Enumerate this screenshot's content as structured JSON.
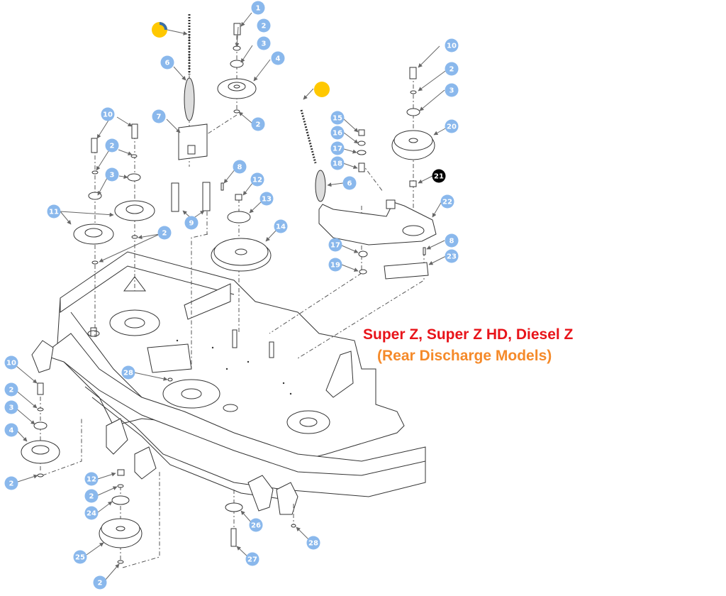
{
  "title": {
    "line1": "Super Z, Super Z HD, Diesel Z",
    "line2": "(Rear Discharge Models)"
  },
  "colors": {
    "callout_fill": "#8ab8ec",
    "callout_highlight": "#000000",
    "marker_fill": "#ffc800",
    "title_line1": "#e8141a",
    "title_line2": "#f58a2a",
    "line_art": "#333333"
  },
  "markers": [
    {
      "label": "",
      "kind": "yellow-dot",
      "near": "spring-left"
    },
    {
      "label": "",
      "kind": "yellow-dot",
      "near": "spring-right"
    }
  ],
  "callouts": [
    {
      "label": "1",
      "part": "bolt",
      "highlight": false
    },
    {
      "label": "2",
      "part": "washer",
      "highlight": false
    },
    {
      "label": "3",
      "part": "spacer",
      "highlight": false
    },
    {
      "label": "4",
      "part": "pulley",
      "highlight": false
    },
    {
      "label": "2",
      "part": "washer",
      "highlight": false
    },
    {
      "label": "6",
      "part": "spring",
      "highlight": false
    },
    {
      "label": "7",
      "part": "bracket",
      "highlight": false
    },
    {
      "label": "10",
      "part": "bolt",
      "highlight": false
    },
    {
      "label": "2",
      "part": "washer",
      "highlight": false
    },
    {
      "label": "3",
      "part": "spacer",
      "highlight": false
    },
    {
      "label": "11",
      "part": "pulley",
      "highlight": false
    },
    {
      "label": "2",
      "part": "washer",
      "highlight": false
    },
    {
      "label": "8",
      "part": "pin",
      "highlight": false
    },
    {
      "label": "9",
      "part": "plate",
      "highlight": false
    },
    {
      "label": "12",
      "part": "nut",
      "highlight": false
    },
    {
      "label": "13",
      "part": "washer",
      "highlight": false
    },
    {
      "label": "14",
      "part": "idler-pulley",
      "highlight": false
    },
    {
      "label": "10",
      "part": "bolt",
      "highlight": false
    },
    {
      "label": "2",
      "part": "washer",
      "highlight": false
    },
    {
      "label": "3",
      "part": "spacer",
      "highlight": false
    },
    {
      "label": "20",
      "part": "idler-pulley",
      "highlight": false
    },
    {
      "label": "21",
      "part": "bushing",
      "highlight": true
    },
    {
      "label": "15",
      "part": "nut",
      "highlight": false
    },
    {
      "label": "16",
      "part": "washer",
      "highlight": false
    },
    {
      "label": "17",
      "part": "washer",
      "highlight": false
    },
    {
      "label": "18",
      "part": "spacer",
      "highlight": false
    },
    {
      "label": "6",
      "part": "spring",
      "highlight": false
    },
    {
      "label": "22",
      "part": "idler-arm",
      "highlight": false
    },
    {
      "label": "17",
      "part": "washer",
      "highlight": false
    },
    {
      "label": "19",
      "part": "washer",
      "highlight": false
    },
    {
      "label": "8",
      "part": "pin",
      "highlight": false
    },
    {
      "label": "23",
      "part": "plate",
      "highlight": false
    },
    {
      "label": "10",
      "part": "bolt",
      "highlight": false
    },
    {
      "label": "2",
      "part": "washer",
      "highlight": false
    },
    {
      "label": "3",
      "part": "spacer",
      "highlight": false
    },
    {
      "label": "4",
      "part": "pulley",
      "highlight": false
    },
    {
      "label": "2",
      "part": "washer",
      "highlight": false
    },
    {
      "label": "28",
      "part": "nut",
      "highlight": false
    },
    {
      "label": "12",
      "part": "nut",
      "highlight": false
    },
    {
      "label": "2",
      "part": "washer",
      "highlight": false
    },
    {
      "label": "24",
      "part": "washer",
      "highlight": false
    },
    {
      "label": "25",
      "part": "pulley",
      "highlight": false
    },
    {
      "label": "2",
      "part": "washer",
      "highlight": false
    },
    {
      "label": "26",
      "part": "washer",
      "highlight": false
    },
    {
      "label": "27",
      "part": "bolt",
      "highlight": false
    },
    {
      "label": "28",
      "part": "nut",
      "highlight": false
    }
  ]
}
